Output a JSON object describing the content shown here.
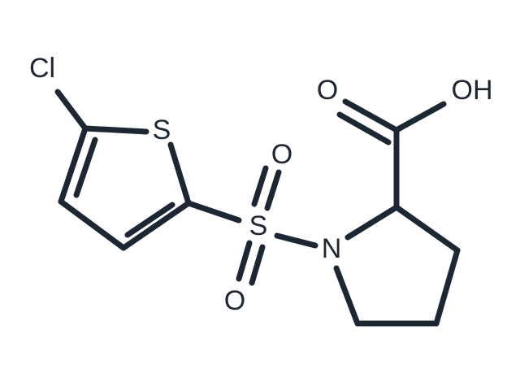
{
  "molecule": {
    "atoms": {
      "cl": "Cl",
      "s_ring": "S",
      "s_sulfonyl": "S",
      "o_sulfonyl_top": "O",
      "o_sulfonyl_bottom": "O",
      "n": "N",
      "o_carbonyl": "O",
      "oh": "OH"
    },
    "color": "#1d2633"
  }
}
